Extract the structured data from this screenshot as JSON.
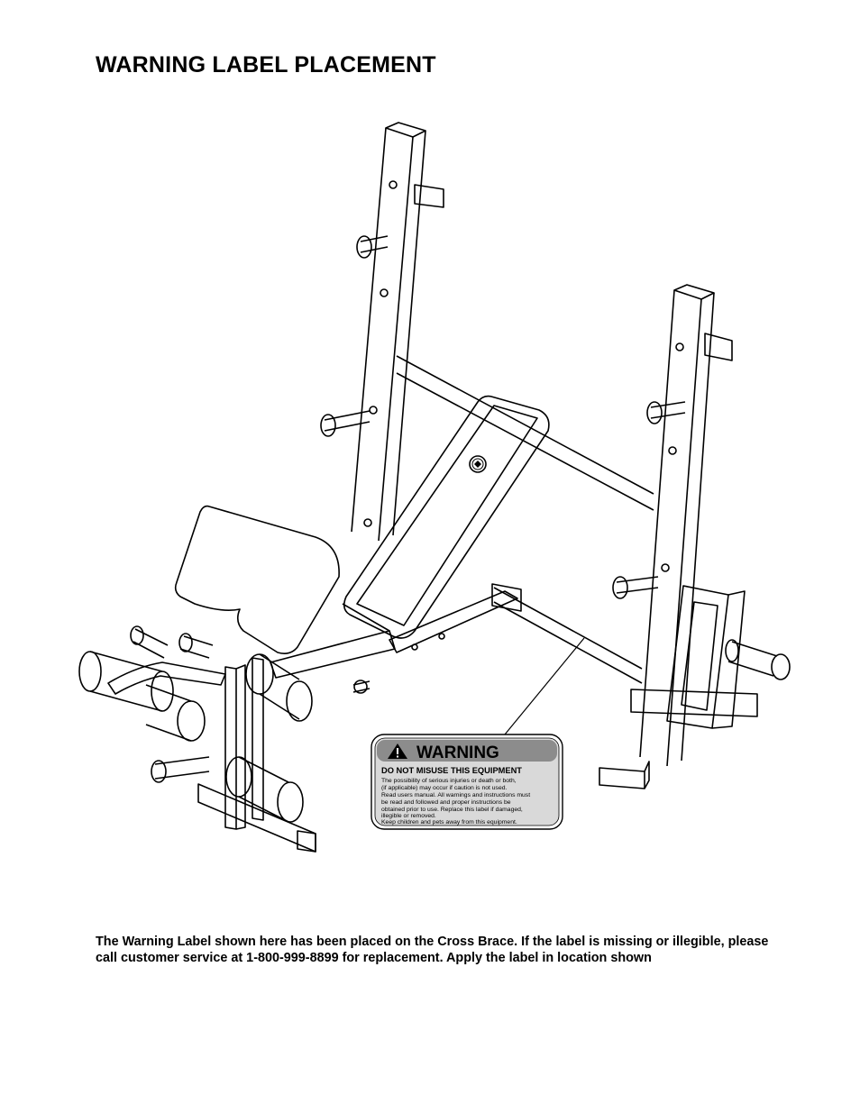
{
  "title": "WARNING LABEL PLACEMENT",
  "label": {
    "heading": "WARNING",
    "subheading": "DO NOT MISUSE THIS EQUIPMENT",
    "lines": [
      "The possibility of serious injuries or death or both,",
      "(if applicable) may occur if caution is not used.",
      "Read users manual. All warnings and instructions must",
      "be read and followed and proper instructions be",
      "obtained prior to use. Replace this label if damaged,",
      "illegible or removed.",
      "Keep children and pets away from this equipment."
    ]
  },
  "caption": "The Warning Label shown here has been placed on the Cross Brace. If the label is missing or illegible, please call customer service at 1-800-999-8899 for replacement. Apply the label in location shown",
  "icons": [
    "warning-exclamation-icon",
    "brand-logo-icon"
  ],
  "colors": {
    "label_header": "#8c8c8c",
    "label_body": "#d9d9d9",
    "line": "#000000"
  }
}
